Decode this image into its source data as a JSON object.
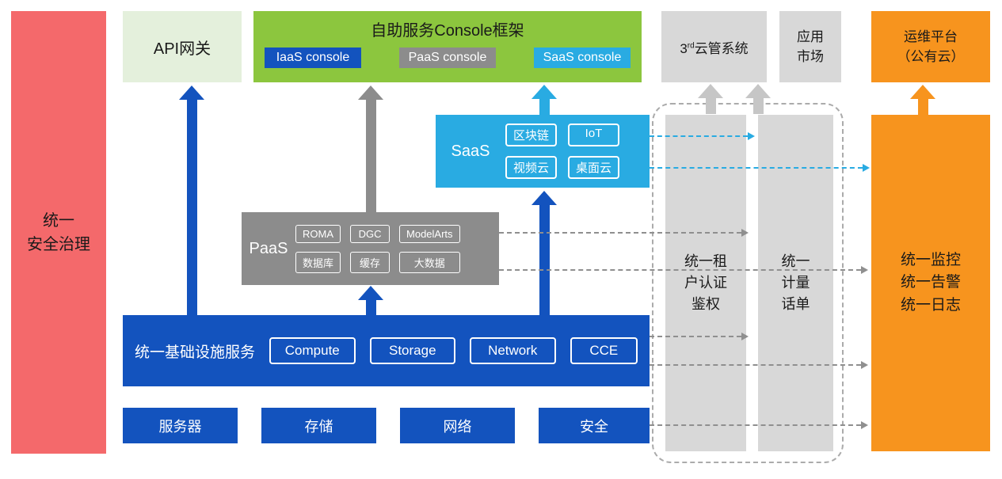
{
  "security_bar": {
    "label": "统一\n安全治理"
  },
  "api_gateway": {
    "label": "API网关"
  },
  "console": {
    "title": "自助服务Console框架",
    "items": [
      "IaaS console",
      "PaaS console",
      "SaaS console"
    ]
  },
  "third_cloud": {
    "num": "3",
    "sup": "rd",
    "rest": "云管系统"
  },
  "app_market": {
    "label": "应用\n市场"
  },
  "om_platform": {
    "label": "运维平台\n（公有云）"
  },
  "saas": {
    "label": "SaaS",
    "items": [
      "区块链",
      "IoT",
      "视频云",
      "桌面云"
    ]
  },
  "paas": {
    "label": "PaaS",
    "items": [
      "ROMA",
      "DGC",
      "ModelArts",
      "数据库",
      "缓存",
      "大数据"
    ]
  },
  "infra": {
    "label": "统一基础设施服务",
    "items": [
      "Compute",
      "Storage",
      "Network",
      "CCE"
    ]
  },
  "hardware": {
    "items": [
      "服务器",
      "存储",
      "网络",
      "安全"
    ]
  },
  "auth_bar": {
    "label": "统一租\n户认证\n鉴权"
  },
  "billing_bar": {
    "label": "统一\n计量\n话单"
  },
  "monitor_bar": {
    "label": "统一监控\n统一告警\n统一日志"
  },
  "colors": {
    "blue": "#1353BE",
    "cyan": "#29ABE2",
    "green": "#8CC63E",
    "light_green": "#E4F0DC",
    "gray": "#8C8C8C",
    "light_gray": "#D8D8D8",
    "orange": "#F7941E",
    "red": "#F4696B"
  }
}
